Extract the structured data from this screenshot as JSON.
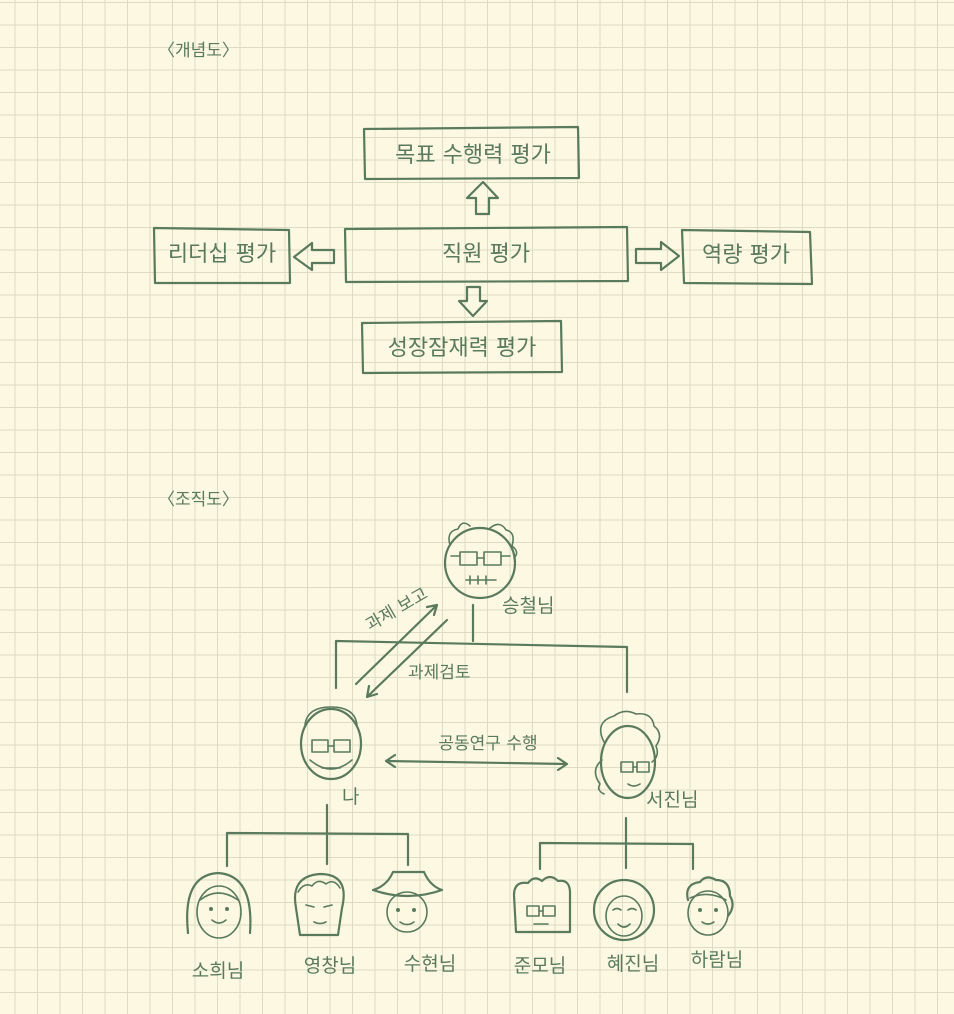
{
  "sections": {
    "concept_title": "〈개념도〉",
    "org_title": "〈조직도〉"
  },
  "concept": {
    "center": "직원 평가",
    "top": "목표 수행력 평가",
    "left": "리더십 평가",
    "right": "역량 평가",
    "bottom": "성장잠재력 평가"
  },
  "org": {
    "top": "승철님",
    "me": "나",
    "peer": "서진님",
    "my_team": [
      "소희님",
      "영창님",
      "수현님"
    ],
    "peer_team": [
      "준모님",
      "혜진님",
      "하람님"
    ],
    "edges": {
      "report": "과제 보고",
      "review": "과제검토",
      "collab": "공동연구 수행"
    }
  },
  "colors": {
    "ink": "#5a7a5e",
    "paper": "#fdf8e1",
    "grid": "#dcdcc4"
  }
}
